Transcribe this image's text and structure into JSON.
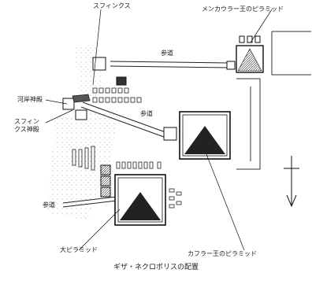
{
  "map": {
    "labels": {
      "sphinx": "スフィンクス",
      "menkaure_pyramid": "メンカウラー王のピラミッド",
      "causeway_menkaure": "参道",
      "causeway_khafre": "参道",
      "causeway_khufu": "参道",
      "valley_temple": "河岸神殿",
      "sphinx_temple": "スフィン\nクス神殿",
      "great_pyramid": "大ピラミッド",
      "khafre_pyramid": "カフラー王のピラミッド"
    },
    "caption": "ギザ・ネクロポリスの配置"
  }
}
